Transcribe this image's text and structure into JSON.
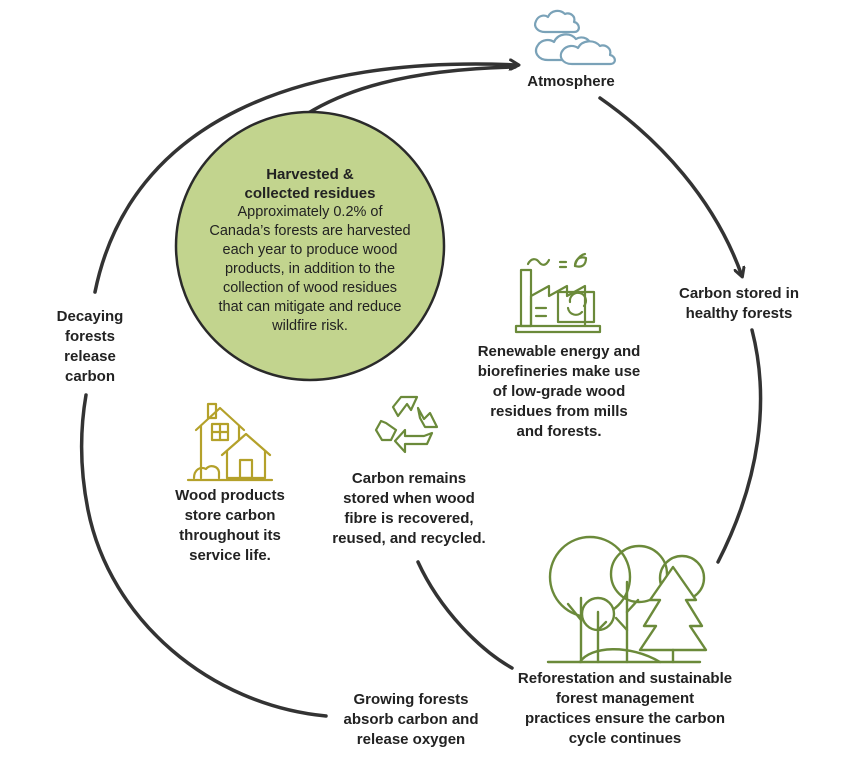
{
  "colors": {
    "cycle_line": "#333333",
    "circle_fill": "#c2d48e",
    "circle_stroke": "#2a2a2a",
    "cloud_icon": "#7aa2b8",
    "olive_icon": "#6b8a3a",
    "gold_icon": "#b4a12a"
  },
  "icons": {
    "atmosphere": "cloud-icon",
    "biorefinery": "factory-icon",
    "recycling": "recycle-icon",
    "wood_products": "house-icon",
    "forest": "forest-trees-icon"
  },
  "nodes": {
    "atmosphere": [
      "Atmosphere"
    ],
    "carbon_stored": [
      "Carbon stored in",
      "healthy forests"
    ],
    "decaying": [
      "Decaying",
      "forests",
      "release",
      "carbon"
    ],
    "renewable": [
      "Renewable energy and",
      "biorefineries make use",
      "of low-grade wood",
      "residues from mills",
      "and forests."
    ],
    "wood_products": [
      "Wood products",
      "store carbon",
      "throughout its",
      "service life."
    ],
    "carbon_remains": [
      "Carbon remains",
      "stored when wood",
      "fibre is recovered,",
      "reused, and recycled."
    ],
    "reforestation": [
      "Reforestation and sustainable",
      "forest management",
      "practices ensure the carbon",
      "cycle continues"
    ],
    "growing": [
      "Growing forests",
      "absorb carbon and",
      "release oxygen"
    ]
  },
  "harvest": {
    "title": [
      "Harvested &",
      "collected residues"
    ],
    "body": [
      "Approximately 0.2% of",
      "Canada’s forests are harvested",
      "each year to produce wood",
      "products, in addition to the",
      "collection of wood residues",
      "that can mitigate and reduce",
      "wildfire risk."
    ]
  }
}
